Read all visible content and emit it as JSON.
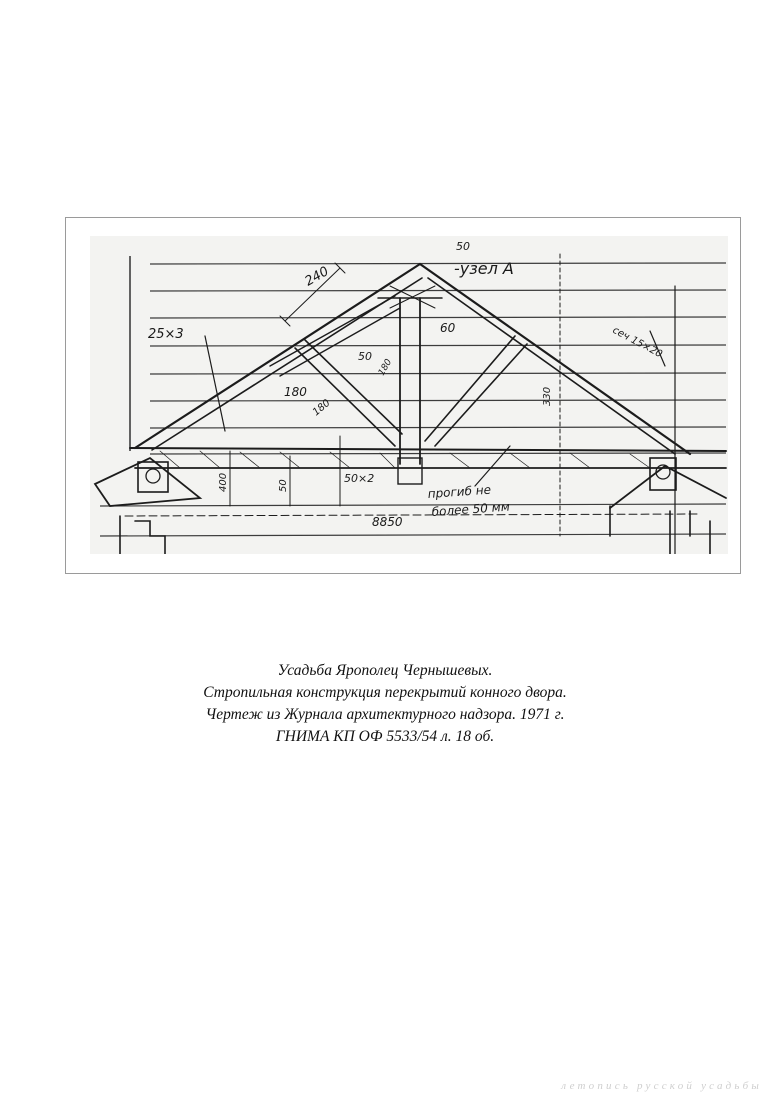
{
  "drawing": {
    "labels": {
      "top_50": "50",
      "node_a": "-узел А",
      "span_240": "240",
      "rafter_25x3": "25×3",
      "post_60": "60",
      "brace_50": "50",
      "size_180_a": "180",
      "size_180_b": "180",
      "size_180_c": "180",
      "right_section": "сеч 15×20",
      "height_330": "330",
      "h_400": "400",
      "h_50": "50",
      "beam_50x2": "50×2",
      "span_8850": "8850",
      "note_line1": "прогиб не",
      "note_line2": "более 50 мм"
    }
  },
  "caption": {
    "line1": "Усадьба Ярополец Чернышевых.",
    "line2": "Стропильная конструкция перекрытий конного двора.",
    "line3": "Чертеж из Журнала архитектурного надзора. 1971 г.",
    "line4": "ГНИМА КП ОФ 5533/54 л. 18 об."
  },
  "footer": {
    "watermark": "летопись русской усадьбы"
  }
}
